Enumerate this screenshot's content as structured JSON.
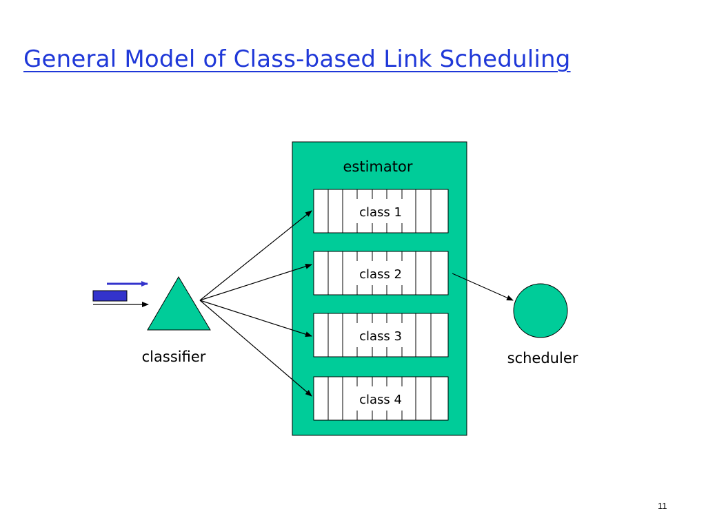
{
  "slide": {
    "title": "General Model of Class-based Link Scheduling",
    "page_number": "11"
  },
  "diagram": {
    "estimator_label": "estimator",
    "classifier_label": "classifier",
    "scheduler_label": "scheduler",
    "queues": [
      {
        "label": "class 1"
      },
      {
        "label": "class 2"
      },
      {
        "label": "class 3"
      },
      {
        "label": "class 4"
      }
    ],
    "colors": {
      "fill": "#00cc99",
      "packet": "#3333cc",
      "arrow": "#3333cc",
      "title": "#1f38d8"
    }
  }
}
